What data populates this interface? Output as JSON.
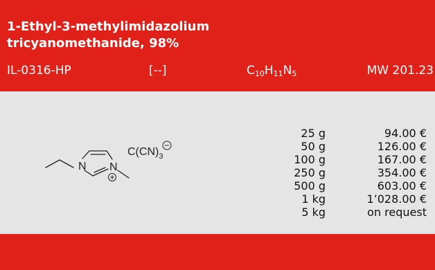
{
  "product": {
    "title_line1": "1-Ethyl-3-methylimidazolium",
    "title_line2": "tricyanomethanide, 98%",
    "code": "IL-0316-HP",
    "cas": "[--]",
    "formula": {
      "c": "C",
      "c_count": "10",
      "h": "H",
      "h_count": "11",
      "n": "N",
      "n_count": "5"
    },
    "mw": "MW 201.23"
  },
  "structure": {
    "anion_label": "C(CN)",
    "anion_subscript": "3",
    "atom_n1": "N",
    "atom_n2": "N"
  },
  "prices": [
    {
      "qty": "25 g",
      "price": "94.00 €"
    },
    {
      "qty": "50 g",
      "price": "126.00 €"
    },
    {
      "qty": "100 g",
      "price": "167.00 €"
    },
    {
      "qty": "250 g",
      "price": "354.00 €"
    },
    {
      "qty": "500 g",
      "price": "603.00 €"
    },
    {
      "qty": "1 kg",
      "price": "1’028.00 €"
    },
    {
      "qty": "5 kg",
      "price": "on request"
    }
  ],
  "colors": {
    "brand_red": "#e02119",
    "panel_gray": "#e5e5e5"
  }
}
